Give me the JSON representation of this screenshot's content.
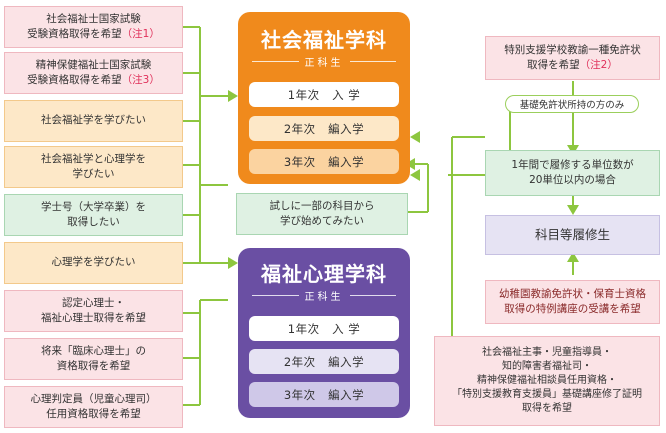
{
  "left_boxes": [
    {
      "lines": [
        "社会福祉士国家試験",
        "受験資格取得を希望"
      ],
      "note": "（注1）",
      "color": "pink"
    },
    {
      "lines": [
        "精神保健福祉士国家試験",
        "受験資格取得を希望"
      ],
      "note": "（注3）",
      "color": "pink"
    },
    {
      "lines": [
        "社会福祉学を学びたい"
      ],
      "note": "",
      "color": "orange"
    },
    {
      "lines": [
        "社会福祉学と心理学を",
        "学びたい"
      ],
      "note": "",
      "color": "orange"
    },
    {
      "lines": [
        "学士号（大学卒業）を",
        "取得したい"
      ],
      "note": "",
      "color": "green"
    },
    {
      "lines": [
        "心理学を学びたい"
      ],
      "note": "",
      "color": "orange"
    },
    {
      "lines": [
        "認定心理士・",
        "福祉心理士取得を希望"
      ],
      "note": "",
      "color": "pink"
    },
    {
      "lines_html": "将来「臨床心理士」の",
      "lines": [
        "将来「臨床心理士」の",
        "資格取得を希望"
      ],
      "note": "",
      "color": "pink"
    },
    {
      "lines": [
        "心理判定員（児童心理司）",
        "任用資格取得を希望"
      ],
      "note": "",
      "color": "pink"
    }
  ],
  "center_box": {
    "lines": [
      "試しに一部の科目から",
      "学び始めてみたい"
    ]
  },
  "dept1": {
    "title": "社会福祉学科",
    "subtitle": "正科生",
    "years": [
      {
        "year": "1年次",
        "type": "入 学"
      },
      {
        "year": "2年次",
        "type": "編入学"
      },
      {
        "year": "3年次",
        "type": "編入学"
      }
    ],
    "color": "#f08a1c"
  },
  "dept2": {
    "title": "福祉心理学科",
    "subtitle": "正科生",
    "years": [
      {
        "year": "1年次",
        "type": "入 学"
      },
      {
        "year": "2年次",
        "type": "編入学"
      },
      {
        "year": "3年次",
        "type": "編入学"
      }
    ],
    "color": "#6a4fa3"
  },
  "right": {
    "teacher": {
      "lines": [
        "特別支援学校教諭一種免許状",
        "取得を希望"
      ],
      "note": "（注2）"
    },
    "basic_license": "基礎免許状所持の方のみ",
    "credits": {
      "lines": [
        "1年間で履修する単位数が",
        "20単位以内の場合"
      ]
    },
    "subject": "科目等履修生",
    "kindergarten": {
      "lines": [
        "幼稚園教諭免許状・保育士資格",
        "取得の特例講座の受講を希望"
      ]
    },
    "bottom": {
      "lines": [
        "社会福祉主事・児童指導員・",
        "知的障害者福祉司・",
        "精神保健福祉相談員任用資格・",
        "「特別支援教育支援員」基礎講座修了証明",
        "取得を希望"
      ]
    }
  }
}
